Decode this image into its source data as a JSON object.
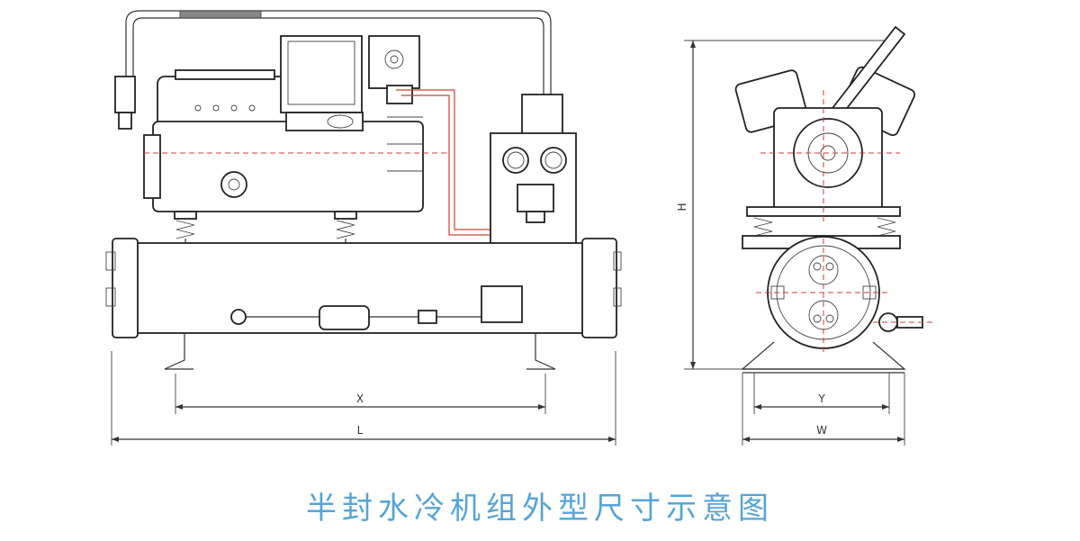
{
  "caption": "半封水冷机组外型尺寸示意图",
  "dimensions": {
    "x": "X",
    "l": "L",
    "y": "Y",
    "w": "W",
    "h": "H"
  },
  "colors": {
    "caption": "#56a4d8",
    "centerline": "#d23b3b",
    "outline": "#222222"
  }
}
